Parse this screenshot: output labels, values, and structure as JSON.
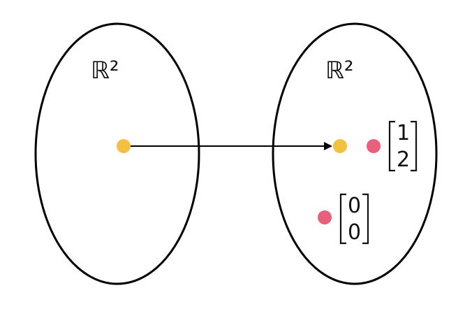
{
  "diagram": {
    "left_set": {
      "label": "ℝ²"
    },
    "right_set": {
      "label": "ℝ²"
    },
    "vectors": [
      {
        "top": "1",
        "bottom": "2"
      },
      {
        "top": "0",
        "bottom": "0"
      }
    ],
    "colors": {
      "outline": "#000000",
      "mapped_point": "#f4c042",
      "vector_point": "#e8607a"
    }
  }
}
